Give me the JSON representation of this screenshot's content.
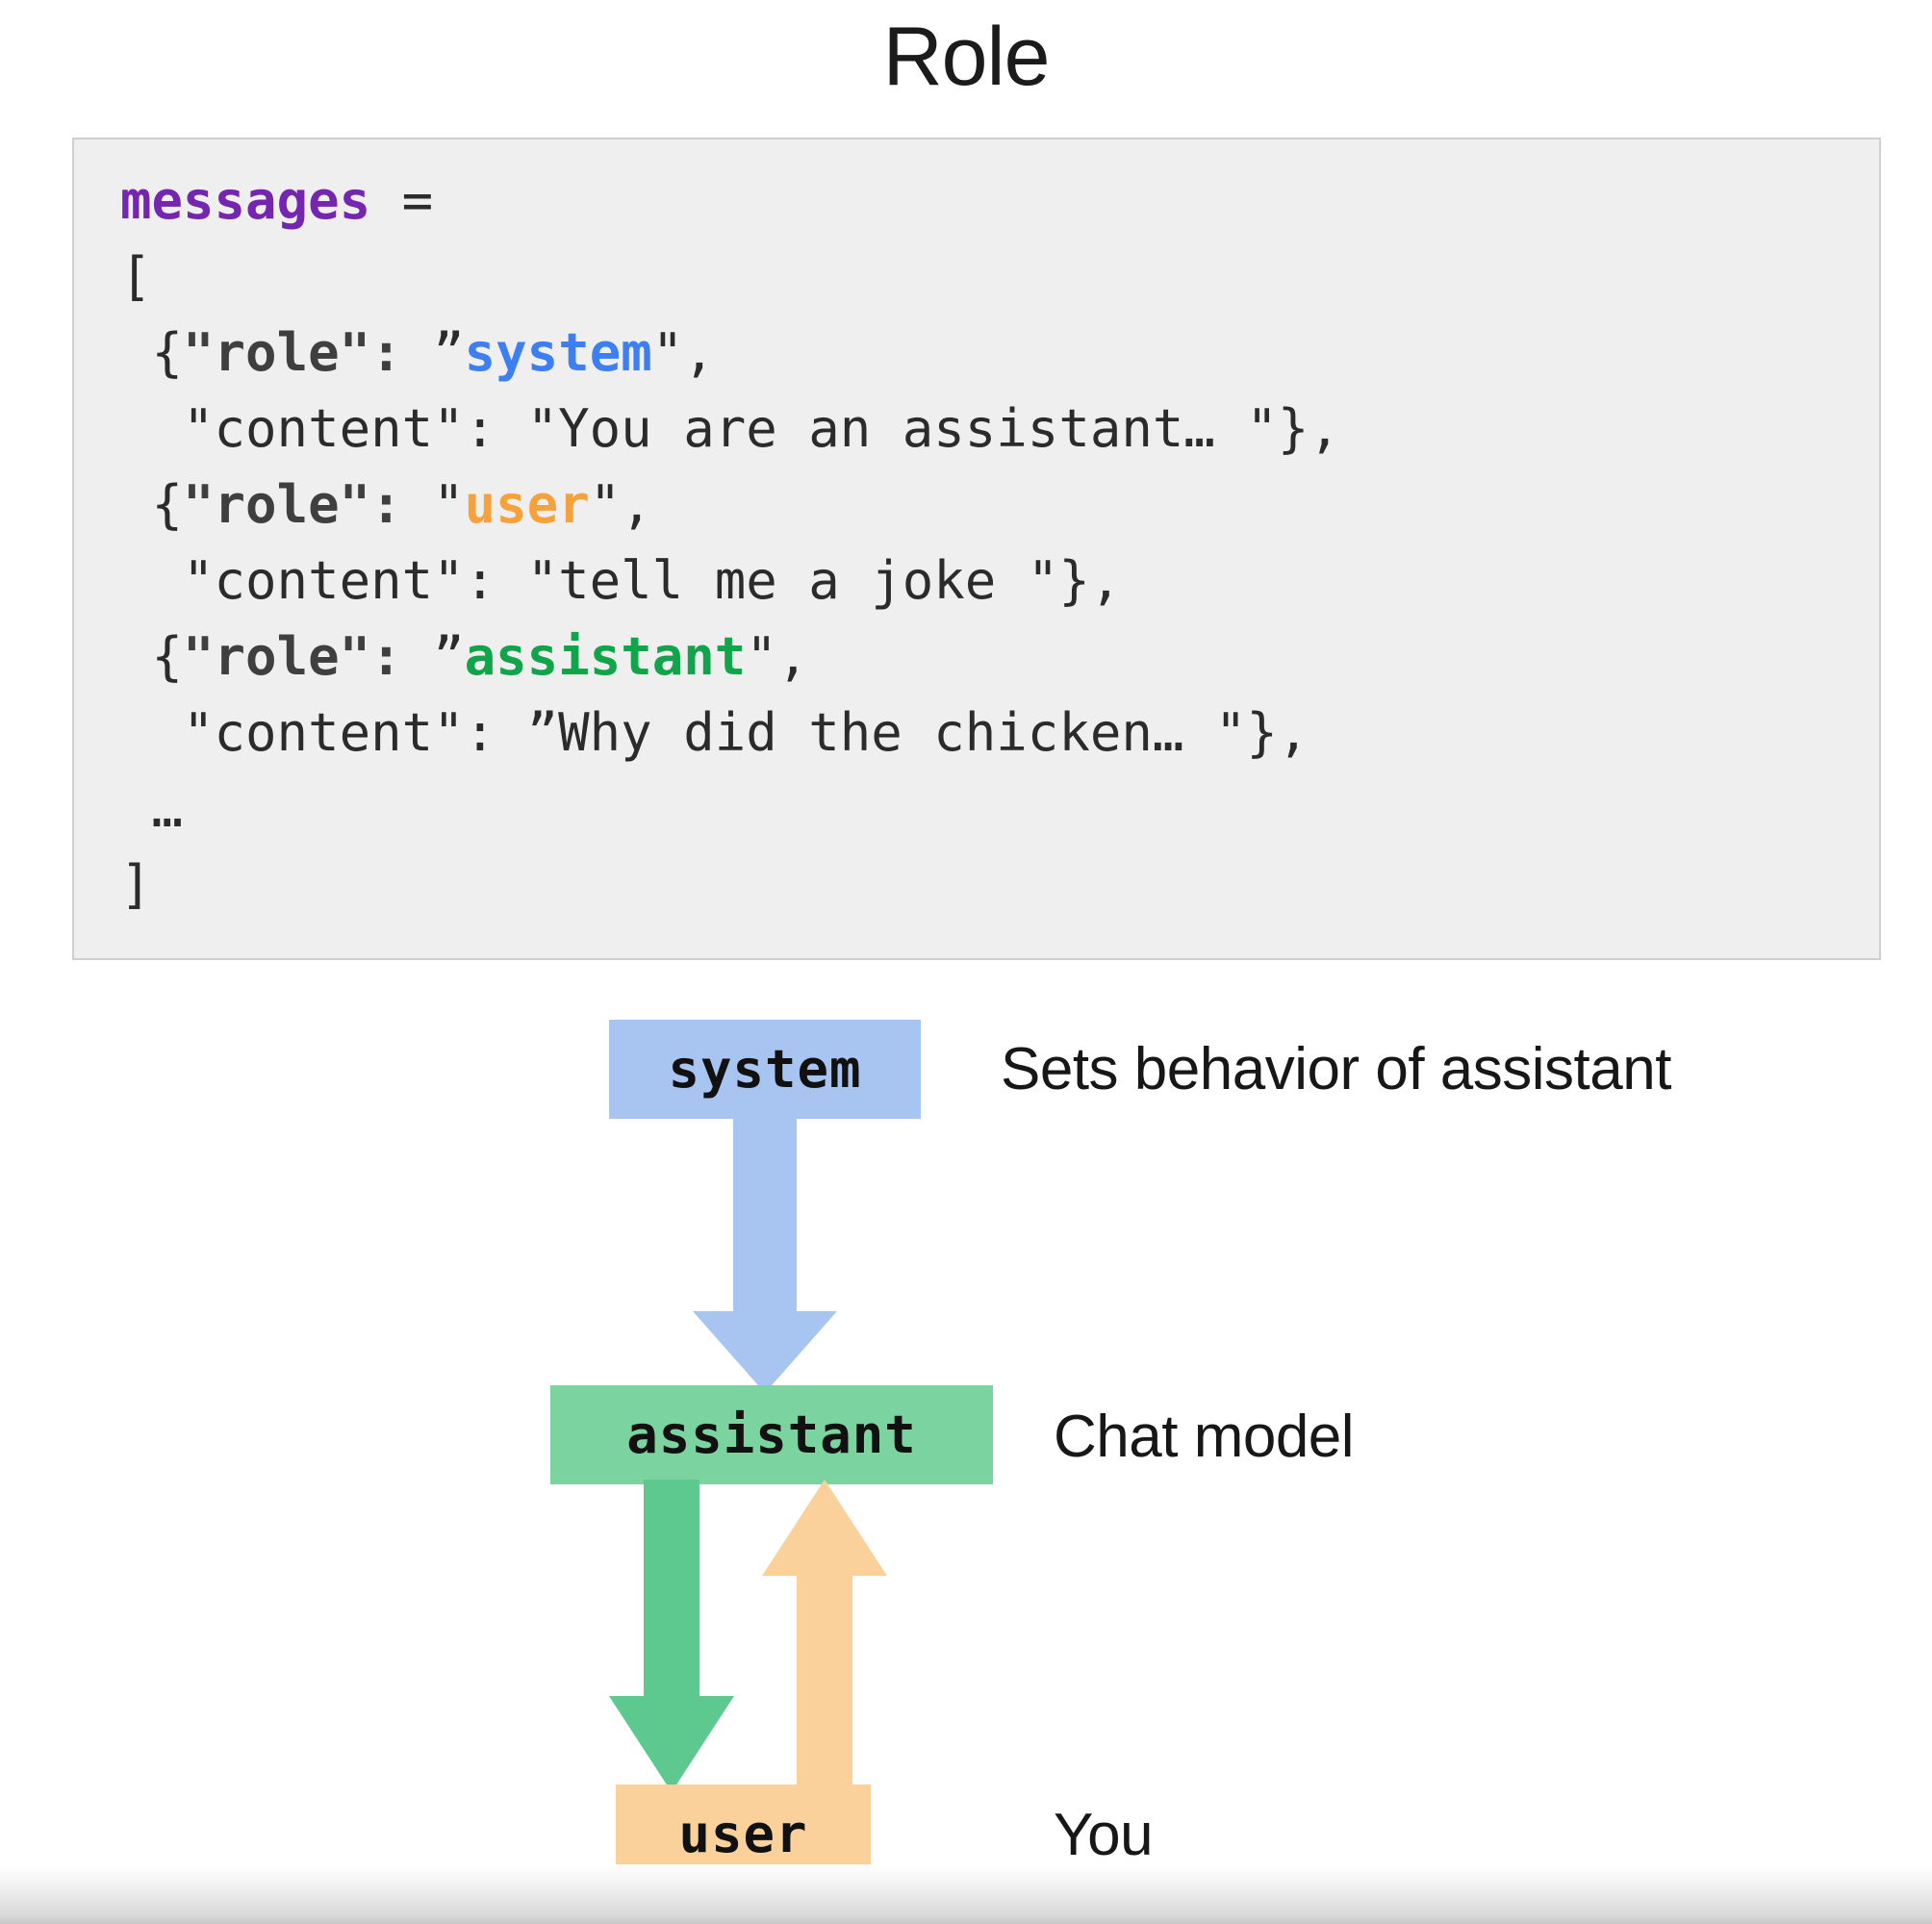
{
  "page": {
    "title": "Role",
    "background": "#ffffff"
  },
  "code_panel": {
    "background": "#efefef",
    "border_color": "#cfcfcf",
    "lines": [
      {
        "id": "line-assign",
        "segments": [
          {
            "t": "messages",
            "c": "var"
          },
          {
            "t": " = ",
            "c": "plain"
          }
        ]
      },
      {
        "id": "line-open-bracket",
        "segments": [
          {
            "t": "[",
            "c": "plain"
          }
        ]
      },
      {
        "id": "line-role-system",
        "segments": [
          {
            "t": " {",
            "c": "plain"
          },
          {
            "t": "\"role\"",
            "c": "key"
          },
          {
            "t": ": ",
            "c": "key"
          },
          {
            "t": "”",
            "c": "plain"
          },
          {
            "t": "system",
            "c": "system"
          },
          {
            "t": "\",",
            "c": "plain"
          }
        ]
      },
      {
        "id": "line-content-system",
        "segments": [
          {
            "t": "  \"content\": \"You are an assistant… \"},",
            "c": "plain"
          }
        ]
      },
      {
        "id": "line-role-user",
        "segments": [
          {
            "t": " {",
            "c": "plain"
          },
          {
            "t": "\"role\"",
            "c": "key"
          },
          {
            "t": ": ",
            "c": "key"
          },
          {
            "t": "\"",
            "c": "plain"
          },
          {
            "t": "user",
            "c": "user"
          },
          {
            "t": "\",",
            "c": "plain"
          }
        ]
      },
      {
        "id": "line-content-user",
        "segments": [
          {
            "t": "  \"content\": \"tell me a joke \"},",
            "c": "plain"
          }
        ]
      },
      {
        "id": "line-role-assistant",
        "segments": [
          {
            "t": " {",
            "c": "plain"
          },
          {
            "t": "\"role\"",
            "c": "key"
          },
          {
            "t": ": ",
            "c": "key"
          },
          {
            "t": "”",
            "c": "plain"
          },
          {
            "t": "assistant",
            "c": "assistant"
          },
          {
            "t": "\",",
            "c": "plain"
          }
        ]
      },
      {
        "id": "line-content-assistant",
        "segments": [
          {
            "t": "  \"content\": ”Why did the chicken… \"},",
            "c": "plain"
          }
        ]
      },
      {
        "id": "line-ellipsis",
        "segments": [
          {
            "t": " …",
            "c": "plain"
          }
        ]
      },
      {
        "id": "line-close-bracket",
        "segments": [
          {
            "t": "]",
            "c": "plain"
          }
        ]
      }
    ],
    "token_colors": {
      "variable": "#7526b0",
      "key": "#3f3f3f",
      "plain": "#2b2b2b",
      "system": "#3d7ff0",
      "user": "#f5a23c",
      "assistant": "#11a44a"
    }
  },
  "diagram": {
    "boxes": {
      "system": {
        "label": "system",
        "color": "#a8c4f0",
        "caption": "Sets behavior of assistant"
      },
      "assistant": {
        "label": "assistant",
        "color": "#7bd3a0",
        "caption": "Chat model"
      },
      "user": {
        "label": "user",
        "color": "#fbd19b",
        "caption": "You"
      }
    },
    "arrows": [
      {
        "name": "system-to-assistant",
        "direction": "down",
        "color": "#a8c4f0"
      },
      {
        "name": "assistant-to-user",
        "direction": "down",
        "color": "#5ec98e"
      },
      {
        "name": "user-to-assistant",
        "direction": "up",
        "color": "#fbd19b"
      }
    ]
  }
}
